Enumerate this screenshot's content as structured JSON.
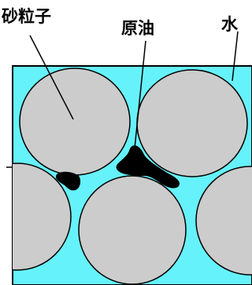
{
  "labels": {
    "sand": "砂粒子",
    "oil": "原油",
    "water": "水"
  },
  "colors": {
    "water": "#66F2FA",
    "sand": "#CCCCCC",
    "oil": "#000000",
    "outline": "#000000"
  }
}
